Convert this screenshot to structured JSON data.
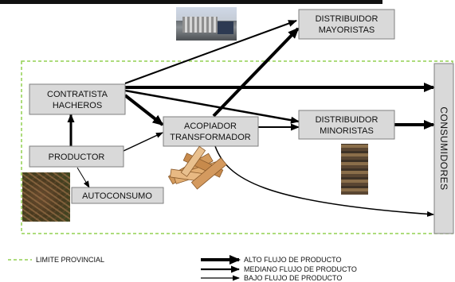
{
  "nodes": {
    "contratista_line1": "CONTRATISTA",
    "contratista_line2": "HACHEROS",
    "productor": "PRODUCTOR",
    "autoconsumo": "AUTOCONSUMO",
    "acopiador_line1": "ACOPIADOR",
    "acopiador_line2": "TRANSFORMADOR",
    "mayoristas_line1": "DISTRIBUIDOR",
    "mayoristas_line2": "MAYORISTAS",
    "minoristas_line1": "DISTRIBUIDOR",
    "minoristas_line2": "MINORISTAS",
    "consumidores": "CONSUMIDORES"
  },
  "legend": {
    "limite": "LIMITE PROVINCIAL",
    "alto": "ALTO FLUJO DE PRODUCTO",
    "mediano": "MEDIANO FLUJO DE PRODUCTO",
    "bajo": "BAJO FLUJO DE PRODUCTO"
  },
  "colors": {
    "box_fill": "#d9d9d9",
    "box_stroke": "#7f7f7f",
    "boundary": "#92d050",
    "arrow": "#000000"
  },
  "images": [
    "truck-photo",
    "brushwood-photo",
    "firewood-pile-photo",
    "wood-stack-photo"
  ]
}
